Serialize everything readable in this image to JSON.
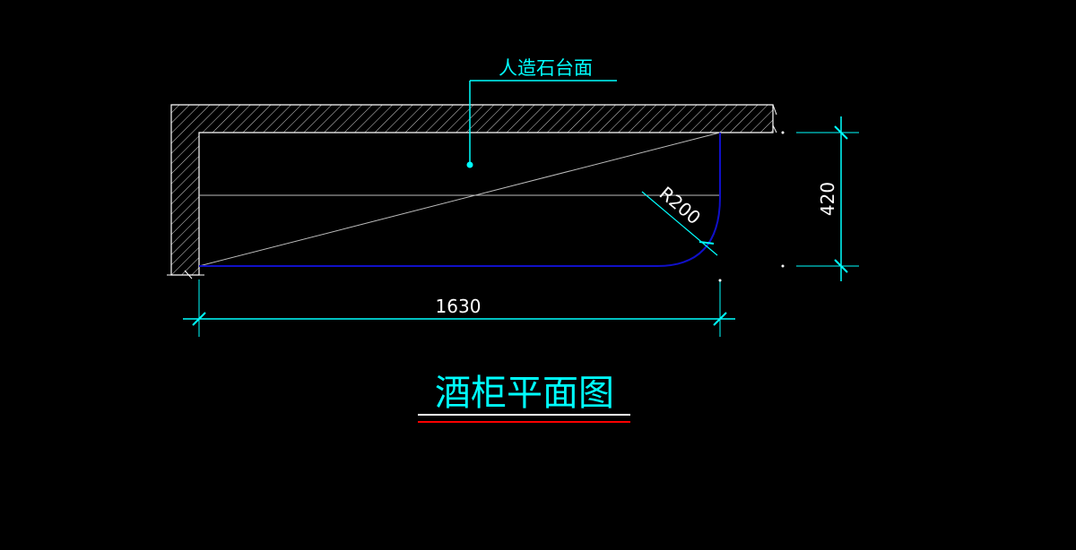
{
  "drawing": {
    "title": "酒柜平面图",
    "leader_label": "人造石台面",
    "radius_label": "R200",
    "width_label": "1630",
    "depth_label": "420"
  },
  "colors": {
    "background": "#000000",
    "wall": "#ffffff",
    "counter_edge": "#1010c8",
    "guide_line": "#bdbdbd",
    "dimension": "#00ffff",
    "title_underline_top": "#ffffff",
    "title_underline_bottom": "#ff0000"
  }
}
